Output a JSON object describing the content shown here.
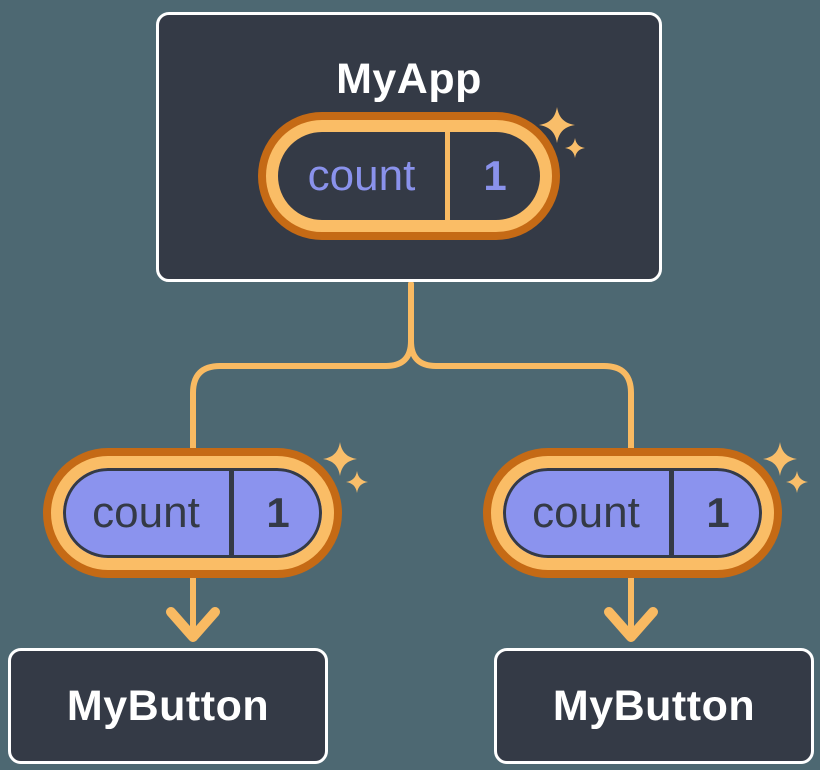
{
  "diagram_type": "react-component-tree",
  "colors": {
    "bg": "#4D6872",
    "node_fill": "#343A46",
    "node_border": "#FFFFFF",
    "orange_dark": "#C56A15",
    "orange_light": "#FABD66",
    "connector": "#F9BA62",
    "sparkle": "#F9BE6A",
    "purple": "#8B93EE",
    "text_light": "#FFFFFF",
    "text_dark": "#343A46",
    "state_text": "#8A92EC"
  },
  "root": {
    "title": "MyApp",
    "state": {
      "label": "count",
      "value": "1"
    }
  },
  "children": [
    {
      "title": "MyButton",
      "prop": {
        "label": "count",
        "value": "1"
      }
    },
    {
      "title": "MyButton",
      "prop": {
        "label": "count",
        "value": "1"
      }
    }
  ]
}
